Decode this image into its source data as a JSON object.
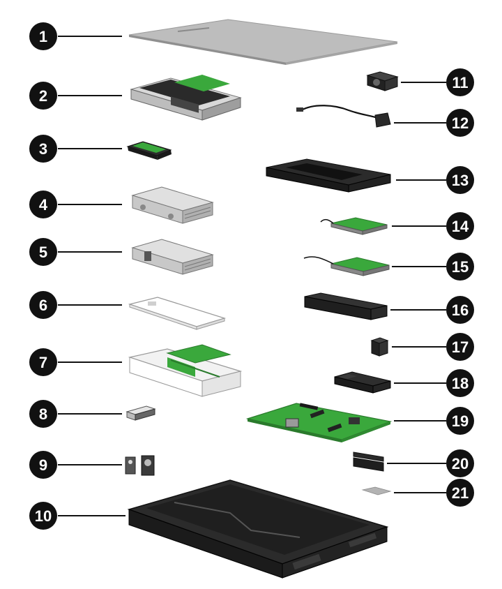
{
  "callouts": [
    {
      "number": "1",
      "part": "access-panel"
    },
    {
      "number": "2",
      "part": "graphics-card-cage"
    },
    {
      "number": "3",
      "part": "ssd-module"
    },
    {
      "number": "4",
      "part": "drive-cage-a"
    },
    {
      "number": "5",
      "part": "drive-cage-b"
    },
    {
      "number": "6",
      "part": "card-bracket-white"
    },
    {
      "number": "7",
      "part": "riser-card-assembly"
    },
    {
      "number": "8",
      "part": "small-connector-module"
    },
    {
      "number": "9",
      "part": "front-ports-bracket"
    },
    {
      "number": "10",
      "part": "chassis"
    },
    {
      "number": "11",
      "part": "fan"
    },
    {
      "number": "12",
      "part": "cable"
    },
    {
      "number": "13",
      "part": "air-duct"
    },
    {
      "number": "14",
      "part": "io-board-a"
    },
    {
      "number": "15",
      "part": "io-board-b"
    },
    {
      "number": "16",
      "part": "power-supply"
    },
    {
      "number": "17",
      "part": "small-bracket"
    },
    {
      "number": "18",
      "part": "heat-sink"
    },
    {
      "number": "19",
      "part": "system-board"
    },
    {
      "number": "20",
      "part": "memory-modules"
    },
    {
      "number": "21",
      "part": "thermal-pad"
    }
  ],
  "colors": {
    "callout": "#111111",
    "callout_text": "#ffffff",
    "board_green": "#3aa83c",
    "metal": "#c9c9c9",
    "plastic": "#1f1f1f",
    "panel": "#bdbdbd"
  },
  "icons": {
    "parts": "exploded-view-part-illustrations"
  }
}
